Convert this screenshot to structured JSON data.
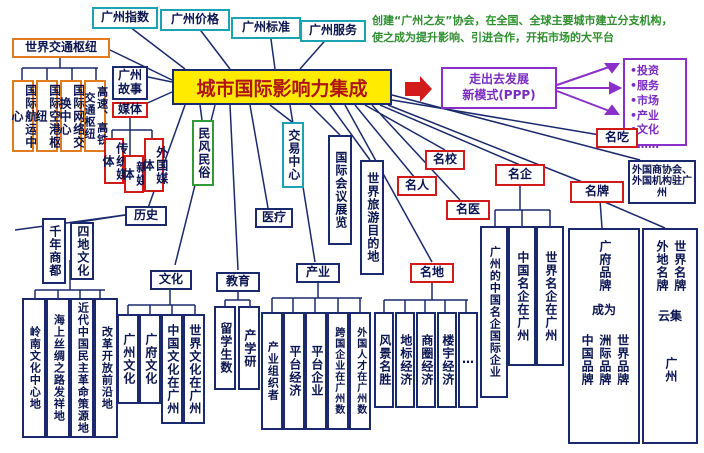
{
  "title": "城市国际影响力集成",
  "note": "创建“广州之友”协会，在全国、全球主要城市建立分支机构，使之成为提升影响、引进合作，开拓市场的大平台",
  "ppp": [
    "走出去发展",
    "新模式(PPP)"
  ],
  "benefits": [
    "•投资",
    "•服务",
    "•市场",
    "•产业",
    "•文化",
    "•……"
  ],
  "top_tags": [
    "广州指数",
    "广州价格",
    "广州标准",
    "广州服务"
  ],
  "transport": {
    "header": "世界交通枢纽",
    "items": [
      "国际航运中心",
      "国际空港枢纽",
      "国际网络交换中心",
      "高速、高铁交通枢纽"
    ]
  },
  "story": "广州故事",
  "media": {
    "header": "媒体",
    "items": [
      "传统媒体",
      "新媒体",
      "外国媒体"
    ]
  },
  "folk": "民风民俗",
  "trade": "交易中心",
  "conference": "国际会议展览",
  "tourism": "世界旅游目的地",
  "history": {
    "header": "历史",
    "items": [
      "千年商都",
      "四地文化"
    ],
    "sub": [
      "岭南文化中心地",
      "海上丝绸之路发祥地",
      "近代中国民主革命策源地",
      "改革开放前沿地"
    ]
  },
  "culture": {
    "header": "文化",
    "items": [
      "广州文化",
      "广府文化",
      "中国文化在广州",
      "世界文化在广州"
    ]
  },
  "education": {
    "header": "教育",
    "items": [
      "留学生数",
      "产学研"
    ]
  },
  "medical": "医疗",
  "industry": {
    "header": "产业",
    "items": [
      "产业组织者",
      "平台经济",
      "平台企业",
      "跨国企业在广州数",
      "外国人才在广州数"
    ]
  },
  "places": {
    "header": "名地",
    "items": [
      "风景名胜",
      "地标经济",
      "商圈经济",
      "楼宇经济",
      "…"
    ]
  },
  "famous_school": "名校",
  "famous_people": "名人",
  "famous_doctor": "名医",
  "famous_food": "名吃",
  "enterprise": {
    "header": "名企",
    "items": [
      "广州的中国名企国际企业",
      "中国名企在广州",
      "世界名企在广州"
    ]
  },
  "foreign_assoc": "外国商协会、外国机构驻广州",
  "brand": {
    "header": "名牌",
    "left_top": "广府品牌",
    "left_mid": "成为",
    "left_bottom": [
      "中国品牌",
      "洲际品牌",
      "世界品牌"
    ],
    "right_top": [
      "外地名牌",
      "世界名牌"
    ],
    "right_mid": "云集",
    "right_bottom": "广州"
  },
  "colors": {
    "accent": "#ffeb00",
    "title_text": "#b01515",
    "line": "#1a2a6c",
    "arrow": "#d21a1a",
    "purple": "#8b2fc9"
  }
}
